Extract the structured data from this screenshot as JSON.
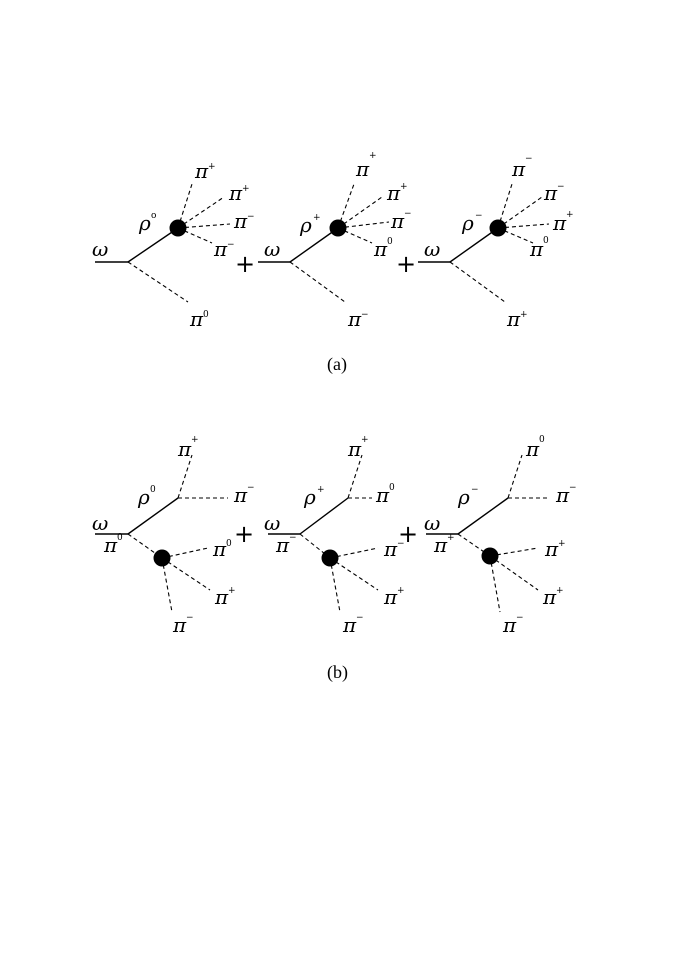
{
  "symbols": {
    "omega": "ω",
    "rho": "ρ",
    "pi": "π",
    "plus": "+"
  },
  "panel_a": {
    "caption": "(a)",
    "diagrams": [
      {
        "rho_charge": "o",
        "recoil_pion": "0",
        "blob_pions": [
          "+",
          "+",
          "−",
          "−"
        ]
      },
      {
        "rho_charge": "+",
        "recoil_pion": "−",
        "blob_pions": [
          "+",
          "+",
          "−",
          "0"
        ]
      },
      {
        "rho_charge": "−",
        "recoil_pion": "+",
        "blob_pions": [
          "−",
          "−",
          "+",
          "0"
        ]
      }
    ]
  },
  "panel_b": {
    "caption": "(b)",
    "diagrams": [
      {
        "rho_charge": "0",
        "rho_pions": [
          "+",
          "−"
        ],
        "pion_charge": "0",
        "blob_pions": [
          "0",
          "+",
          "−"
        ]
      },
      {
        "rho_charge": "+",
        "rho_pions": [
          "+",
          "0"
        ],
        "pion_charge": "−",
        "blob_pions": [
          "−",
          "+",
          "−"
        ]
      },
      {
        "rho_charge": "−",
        "rho_pions": [
          "0",
          "−"
        ],
        "pion_charge": "+",
        "blob_pions": [
          "+",
          "+",
          "−"
        ]
      }
    ]
  }
}
